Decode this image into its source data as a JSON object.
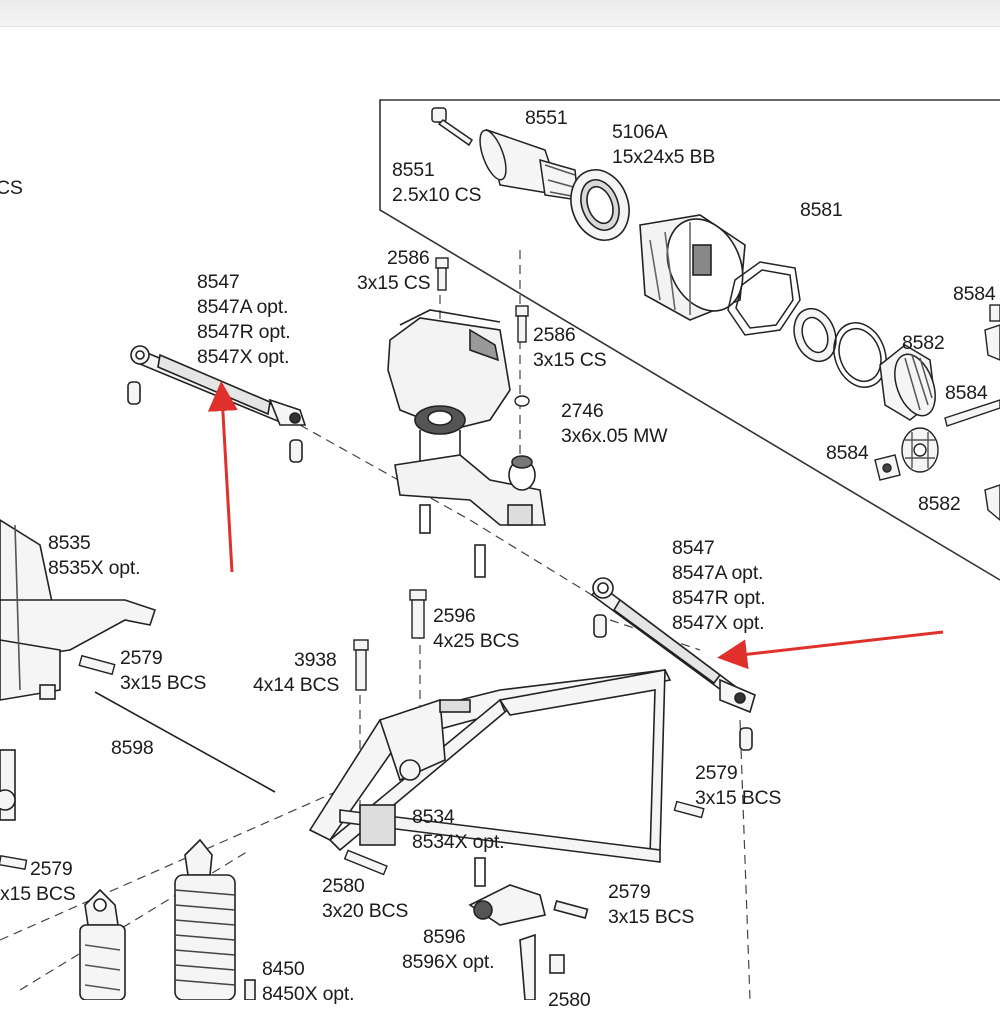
{
  "colors": {
    "ink": "#1c1c1c",
    "arrow": "#e0302b",
    "part_fill": "#f5f5f5",
    "part_dark": "#555555"
  },
  "labels": {
    "cs_edge": [
      "CS"
    ],
    "p8551_top": [
      "8551"
    ],
    "p8551_cs": [
      "8551",
      "2.5x10 CS"
    ],
    "p5106a": [
      "5106A",
      "15x24x5 BB"
    ],
    "p8581": [
      "8581"
    ],
    "p8584_top": [
      "8584"
    ],
    "p8582_top": [
      "8582"
    ],
    "p8584_mid": [
      "8584"
    ],
    "p8584_left": [
      "8584"
    ],
    "p8582_bot": [
      "8582"
    ],
    "p2586_top": [
      "2586",
      "3x15 CS"
    ],
    "p2586_mid": [
      "2586",
      "3x15 CS"
    ],
    "p2746": [
      "2746",
      "3x6x.05 MW"
    ],
    "p8547_left": [
      "8547",
      "8547A opt.",
      "8547R opt.",
      "8547X opt."
    ],
    "p8547_right": [
      "8547",
      "8547A opt.",
      "8547R opt.",
      "8547X opt."
    ],
    "p8535": [
      "8535",
      "8535X opt."
    ],
    "p2579_a": [
      "2579",
      "3x15 BCS"
    ],
    "p3938": [
      "3938",
      "4x14 BCS"
    ],
    "p2596": [
      "2596",
      "4x25 BCS"
    ],
    "p8598": [
      "8598"
    ],
    "p2579_b": [
      "2579",
      "3x15 BCS"
    ],
    "p8534": [
      "8534",
      "8534X opt."
    ],
    "p2579_c": [
      "2579",
      "x15 BCS"
    ],
    "p2580": [
      "2580",
      "3x20 BCS"
    ],
    "p2579_d": [
      "2579",
      "3x15 BCS"
    ],
    "p8596": [
      "8596",
      "8596X opt."
    ],
    "p8450": [
      "8450",
      "8450X opt."
    ],
    "p_cut": [
      "2580"
    ]
  }
}
